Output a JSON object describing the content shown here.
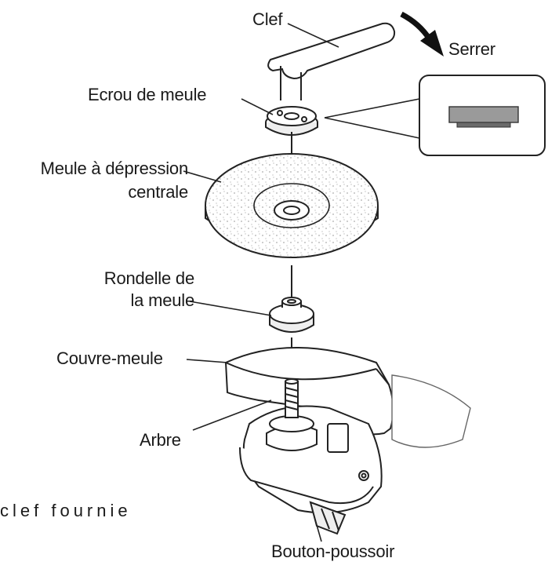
{
  "labels": {
    "clef": "Clef",
    "serrer": "Serrer",
    "ecrou": "Ecrou de meule",
    "meule_line1": "Meule à dépression",
    "meule_line2": "centrale",
    "rondelle_line1": "Rondelle de",
    "rondelle_line2": "la meule",
    "couvre": "Couvre-meule",
    "arbre": "Arbre",
    "bouton": "Bouton-poussoir"
  },
  "caption": "clef fournie",
  "colors": {
    "ink": "#1a1a1a",
    "line": "#222222",
    "inset_gray": "#9a9a9a",
    "inset_dark": "#6a6a6a"
  }
}
